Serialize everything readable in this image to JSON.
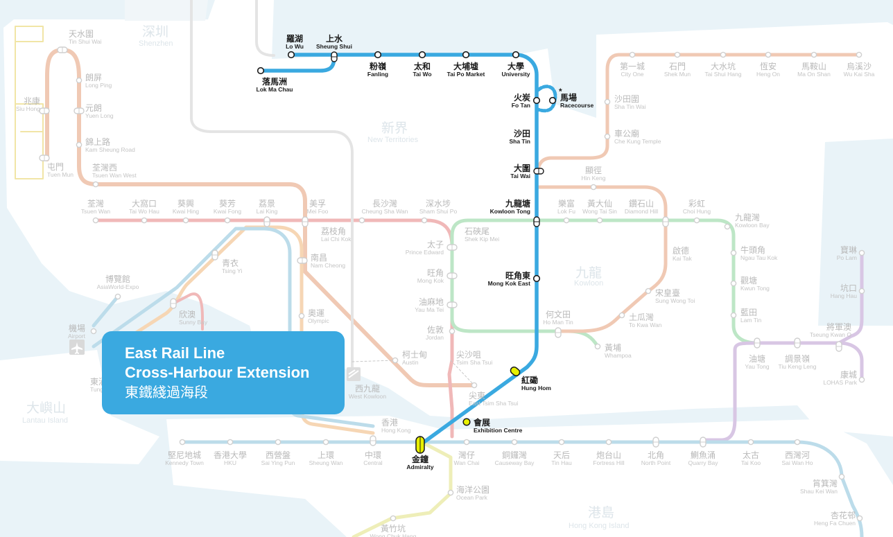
{
  "callout": {
    "line1": "East Rail Line",
    "line2": "Cross-Harbour Extension",
    "line3": "東鐵綫過海段"
  },
  "regions": {
    "new_territories": {
      "zh": "新界",
      "en": "New Territories"
    },
    "kowloon": {
      "zh": "九龍",
      "en": "Kowloon"
    },
    "hong_kong_island": {
      "zh": "港島",
      "en": "Hong Kong Island"
    },
    "lantau": {
      "zh": "大嶼山",
      "en": "Lantau Island"
    },
    "shenzhen": {
      "zh": "深圳",
      "en": "Shenzhen"
    }
  },
  "colors": {
    "east_rail": "#3aa9e0",
    "interchange_highlight": "#e8f000",
    "west_rail": "#f0c9b4",
    "tsuen_wan": "#f0b8b8",
    "kwun_tong": "#bde6c6",
    "island": "#bcdcea",
    "tseung_kwan_o": "#d8c6e4",
    "tung_chung": "#f6d6b4",
    "south_island": "#eeeeb8",
    "light_rail": "#f1e5a6",
    "sea": "#e9f3f8"
  },
  "stations_active": [
    {
      "zh": "羅湖",
      "en": "Lo Wu"
    },
    {
      "zh": "上水",
      "en": "Sheung Shui"
    },
    {
      "zh": "落馬洲",
      "en": "Lok Ma Chau"
    },
    {
      "zh": "粉嶺",
      "en": "Fanling"
    },
    {
      "zh": "太和",
      "en": "Tai Wo"
    },
    {
      "zh": "大埔墟",
      "en": "Tai Po Market"
    },
    {
      "zh": "大學",
      "en": "University"
    },
    {
      "zh": "火炭",
      "en": "Fo Tan"
    },
    {
      "zh": "馬場",
      "en": "Racecourse"
    },
    {
      "zh": "沙田",
      "en": "Sha Tin"
    },
    {
      "zh": "大圍",
      "en": "Tai Wai"
    },
    {
      "zh": "九龍塘",
      "en": "Kowloon Tong"
    },
    {
      "zh": "旺角東",
      "en": "Mong Kok East"
    },
    {
      "zh": "紅磡",
      "en": "Hung Hom"
    },
    {
      "zh": "會展",
      "en": "Exhibition Centre"
    },
    {
      "zh": "金鐘",
      "en": "Admiralty"
    }
  ],
  "stations_faded": [
    {
      "zh": "天水圍",
      "en": "Tin Shui Wai"
    },
    {
      "zh": "朗屏",
      "en": "Long Ping"
    },
    {
      "zh": "兆康",
      "en": "Siu Hong"
    },
    {
      "zh": "元朗",
      "en": "Yuen Long"
    },
    {
      "zh": "錦上路",
      "en": "Kam Sheung Road"
    },
    {
      "zh": "屯門",
      "en": "Tuen Mun"
    },
    {
      "zh": "荃灣西",
      "en": "Tsuen Wan West"
    },
    {
      "zh": "荃灣",
      "en": "Tsuen Wan"
    },
    {
      "zh": "大窩口",
      "en": "Tai Wo Hau"
    },
    {
      "zh": "葵興",
      "en": "Kwai Hing"
    },
    {
      "zh": "葵芳",
      "en": "Kwai Fong"
    },
    {
      "zh": "荔景",
      "en": "Lai King"
    },
    {
      "zh": "美孚",
      "en": "Mei Foo"
    },
    {
      "zh": "長沙灣",
      "en": "Cheung Sha Wan"
    },
    {
      "zh": "深水埗",
      "en": "Sham Shui Po"
    },
    {
      "zh": "荔枝角",
      "en": "Lai Chi Kok"
    },
    {
      "zh": "南昌",
      "en": "Nam Cheong"
    },
    {
      "zh": "石硤尾",
      "en": "Shek Kip Mei"
    },
    {
      "zh": "太子",
      "en": "Prince Edward"
    },
    {
      "zh": "旺角",
      "en": "Mong Kok"
    },
    {
      "zh": "油麻地",
      "en": "Yau Ma Tei"
    },
    {
      "zh": "佐敦",
      "en": "Jordan"
    },
    {
      "zh": "奧運",
      "en": "Olympic"
    },
    {
      "zh": "柯士甸",
      "en": "Austin"
    },
    {
      "zh": "尖沙咀",
      "en": "Tsim Sha Tsui"
    },
    {
      "zh": "尖東",
      "en": "East Tsim Sha Tsui"
    },
    {
      "zh": "西九龍",
      "en": "West Kowloon"
    },
    {
      "zh": "青衣",
      "en": "Tsing Yi"
    },
    {
      "zh": "博覽館",
      "en": "AsiaWorld-Expo"
    },
    {
      "zh": "欣澳",
      "en": "Sunny Bay"
    },
    {
      "zh": "機場",
      "en": "Airport"
    },
    {
      "zh": "第一城",
      "en": "City One"
    },
    {
      "zh": "石門",
      "en": "Shek Mun"
    },
    {
      "zh": "大水坑",
      "en": "Tai Shui Hang"
    },
    {
      "zh": "恆安",
      "en": "Heng On"
    },
    {
      "zh": "馬鞍山",
      "en": "Ma On Shan"
    },
    {
      "zh": "烏溪沙",
      "en": "Wu Kai Sha"
    },
    {
      "zh": "沙田圍",
      "en": "Sha Tin Wai"
    },
    {
      "zh": "車公廟",
      "en": "Che Kung Temple"
    },
    {
      "zh": "顯徑",
      "en": "Hin Keng"
    },
    {
      "zh": "樂富",
      "en": "Lok Fu"
    },
    {
      "zh": "黃大仙",
      "en": "Wong Tai Sin"
    },
    {
      "zh": "鑽石山",
      "en": "Diamond Hill"
    },
    {
      "zh": "彩虹",
      "en": "Choi Hung"
    },
    {
      "zh": "九龍灣",
      "en": "Kowloon Bay"
    },
    {
      "zh": "牛頭角",
      "en": "Ngau Tau Kok"
    },
    {
      "zh": "觀塘",
      "en": "Kwun Tong"
    },
    {
      "zh": "藍田",
      "en": "Lam Tin"
    },
    {
      "zh": "油塘",
      "en": "Yau Tong"
    },
    {
      "zh": "調景嶺",
      "en": "Tiu Keng Leng"
    },
    {
      "zh": "將軍澳",
      "en": "Tseung Kwan O"
    },
    {
      "zh": "康城",
      "en": "LOHAS Park"
    },
    {
      "zh": "寶琳",
      "en": "Po Lam"
    },
    {
      "zh": "坑口",
      "en": "Hang Hau"
    },
    {
      "zh": "啟德",
      "en": "Kai Tak"
    },
    {
      "zh": "宋皇臺",
      "en": "Sung Wong Toi"
    },
    {
      "zh": "土瓜灣",
      "en": "To Kwa Wan"
    },
    {
      "zh": "何文田",
      "en": "Ho Man Tin"
    },
    {
      "zh": "黃埔",
      "en": "Whampoa"
    },
    {
      "zh": "香港",
      "en": "Hong Kong"
    },
    {
      "zh": "中環",
      "en": "Central"
    },
    {
      "zh": "上環",
      "en": "Sheung Wan"
    },
    {
      "zh": "西營盤",
      "en": "Sai Ying Pun"
    },
    {
      "zh": "香港大學",
      "en": "HKU"
    },
    {
      "zh": "堅尼地城",
      "en": "Kennedy Town"
    },
    {
      "zh": "灣仔",
      "en": "Wan Chai"
    },
    {
      "zh": "銅鑼灣",
      "en": "Causeway Bay"
    },
    {
      "zh": "天后",
      "en": "Tin Hau"
    },
    {
      "zh": "炮台山",
      "en": "Fortress Hill"
    },
    {
      "zh": "北角",
      "en": "North Point"
    },
    {
      "zh": "鰂魚涌",
      "en": "Quarry Bay"
    },
    {
      "zh": "太古",
      "en": "Tai Koo"
    },
    {
      "zh": "西灣河",
      "en": "Sai Wan Ho"
    },
    {
      "zh": "筲箕灣",
      "en": "Shau Kei Wan"
    },
    {
      "zh": "杏花邨",
      "en": "Heng Fa Chuen"
    },
    {
      "zh": "海洋公園",
      "en": "Ocean Park"
    },
    {
      "zh": "黃竹坑",
      "en": "Wong Chuk Hang"
    },
    {
      "zh": "東涌",
      "en": "Tung Chung"
    }
  ]
}
